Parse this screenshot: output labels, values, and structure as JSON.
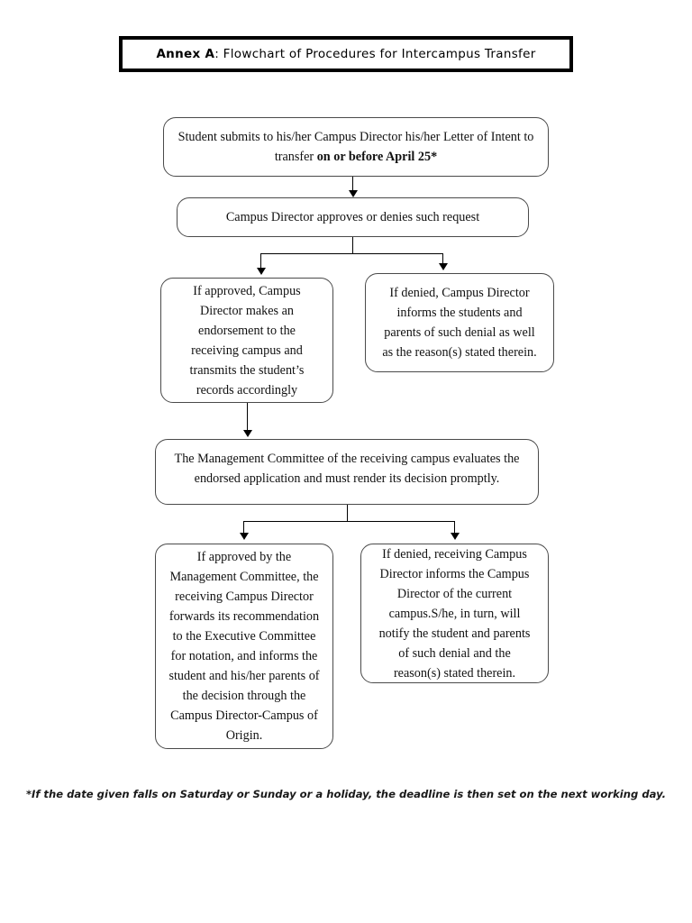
{
  "document": {
    "title_prefix": "Annex A",
    "title_rest": ": Flowchart of Procedures for Intercampus Transfer",
    "footnote": "*If the date given falls on Saturday or Sunday or a holiday, the deadline is then set on the next working day."
  },
  "colors": {
    "page_background": "#ffffff",
    "title_border": "#000000",
    "node_border": "#4a4a4a",
    "connector": "#000000",
    "text": "#111111"
  },
  "chart_data": {
    "type": "diagram",
    "diagram_kind": "flowchart",
    "orientation": "top-to-bottom",
    "title": "Annex A: Flowchart of Procedures for Intercampus Transfer",
    "nodes": [
      {
        "id": "n1",
        "shape": "rounded-rectangle",
        "text": "Student submits to his/her Campus Director his/her Letter of Intent to transfer on or before April 25*",
        "emphasis": "on or before April 25*"
      },
      {
        "id": "n2",
        "shape": "rounded-rectangle",
        "text": "Campus Director approves or denies such request"
      },
      {
        "id": "n3a",
        "shape": "rounded-rectangle",
        "branch": "approved",
        "text": "If approved, Campus Director makes an endorsement to the receiving campus and transmits the student’s records accordingly"
      },
      {
        "id": "n3b",
        "shape": "rounded-rectangle",
        "branch": "denied",
        "text": "If denied, Campus Director informs the students and parents of such denial as well as the reason(s) stated therein."
      },
      {
        "id": "n4",
        "shape": "rounded-rectangle",
        "text": "The Management Committee of the receiving campus evaluates the endorsed application and must render its decision promptly."
      },
      {
        "id": "n5a",
        "shape": "rounded-rectangle",
        "branch": "approved",
        "text": "If approved by the Management Committee, the receiving Campus Director forwards its recommendation to the Executive Committee for notation, and informs the student and his/her parents of the decision through the Campus Director-Campus of Origin."
      },
      {
        "id": "n5b",
        "shape": "rounded-rectangle",
        "branch": "denied",
        "text": "If denied, receiving Campus Director informs the Campus Director of the current campus.S/he, in turn, will notify the student and parents of such denial and the reason(s) stated therein."
      }
    ],
    "edges": [
      {
        "from": "n1",
        "to": "n2",
        "style": "straight-arrow"
      },
      {
        "from": "n2",
        "to": "n3a",
        "style": "split-arrow",
        "label": "approved"
      },
      {
        "from": "n2",
        "to": "n3b",
        "style": "split-arrow",
        "label": "denied"
      },
      {
        "from": "n3a",
        "to": "n4",
        "style": "straight-arrow"
      },
      {
        "from": "n4",
        "to": "n5a",
        "style": "split-arrow",
        "label": "approved"
      },
      {
        "from": "n4",
        "to": "n5b",
        "style": "split-arrow",
        "label": "denied"
      }
    ],
    "footnote": "*If the date given falls on Saturday or Sunday or a holiday, the deadline is then set on the next working day."
  },
  "nodes": {
    "n1": {
      "line1": "Student submits to his/her Campus Director his/her Letter of Intent to",
      "line2_plain": "transfer ",
      "line2_bold": "on or before April 25*"
    },
    "n2": {
      "text": "Campus Director approves or denies such request"
    },
    "n3a": {
      "text": "If approved, Campus Director makes an endorsement to the receiving campus and transmits the student’s records accordingly"
    },
    "n3b": {
      "text": "If denied, Campus Director informs the students and parents of such denial as well as the reason(s) stated therein."
    },
    "n4": {
      "text": "The Management Committee of the receiving campus evaluates the endorsed application and must render its decision promptly."
    },
    "n5a": {
      "text": "If approved by the Management Committee, the receiving Campus Director forwards its recommendation to the Executive Committee for notation, and informs the student and his/her parents of the decision through the Campus Director-Campus of Origin."
    },
    "n5b": {
      "text": "If denied, receiving Campus Director informs the Campus Director of the current campus.S/he, in turn, will notify the student and parents of such denial and the reason(s) stated therein."
    }
  }
}
